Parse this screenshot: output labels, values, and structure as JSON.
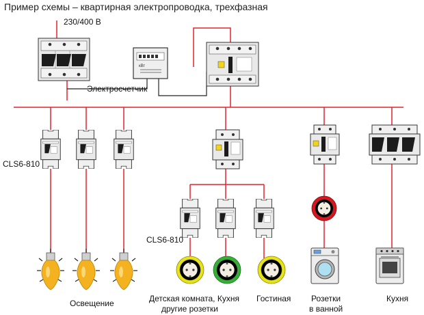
{
  "title": "Пример схемы – квартирная электропроводка, трехфазная",
  "labels": {
    "voltage": "230/400  В",
    "meter": "Электросчетчик",
    "meter_face": "кВт",
    "cls_top": "CLS6-810",
    "cls_bottom": "CLS6-810",
    "lighting": "Освещение",
    "kids_room": "Детская комната, Кухня",
    "other_outlets": "другие розетки",
    "living_room": "Гостиная",
    "bath_outlets_1": "Розетки",
    "bath_outlets_2": "в ванной",
    "kitchen": "Кухня"
  },
  "colors": {
    "wire": "#e8202a",
    "meter_wire": "#222222",
    "breaker_body": "#e9e9e9",
    "rcd_indicator": "#f2d31b",
    "bulb": "#f4b120",
    "outlet_yellow": "#e6e31a",
    "outlet_green": "#35b035",
    "outlet_red": "#d9161d"
  },
  "icons": [
    "main-breaker-icon",
    "meter-icon",
    "rcd-icon",
    "breaker-icon",
    "bulb-icon",
    "outlet-icon",
    "washing-machine-icon",
    "stove-icon"
  ]
}
